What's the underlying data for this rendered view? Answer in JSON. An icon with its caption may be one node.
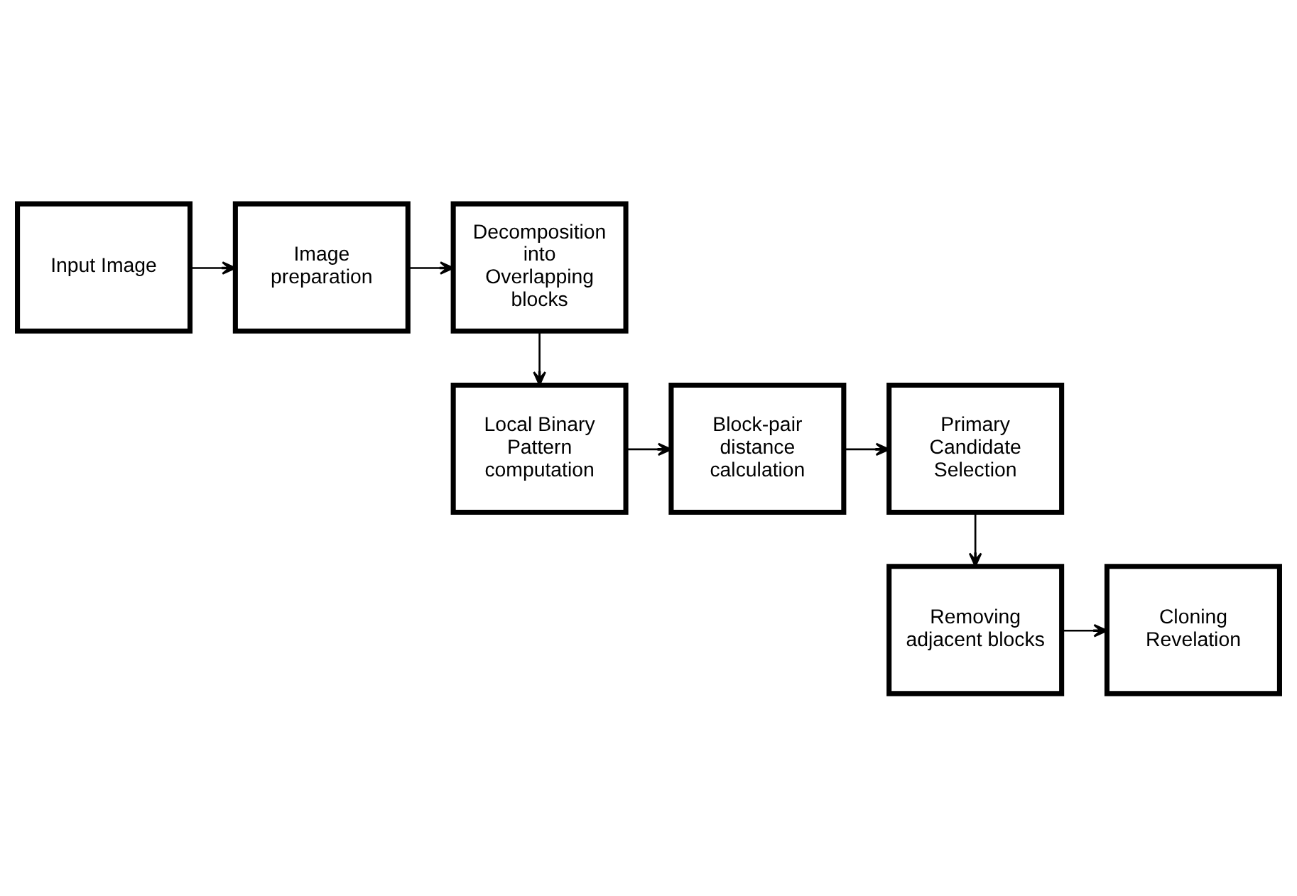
{
  "diagram": {
    "nodes": [
      {
        "text": [
          "Input Image"
        ]
      },
      {
        "text": [
          "Image preparation"
        ]
      },
      {
        "text": [
          "Decomposition into Overlapping blocks"
        ]
      },
      {
        "text": [
          "Local Binary Pattern computation"
        ]
      },
      {
        "text": [
          "Block-pair distance calculation"
        ]
      },
      {
        "text": [
          "Primary Candidate Selection"
        ]
      },
      {
        "text": [
          "Removing adjacent blocks"
        ]
      },
      {
        "text": [
          "Cloning Revelation"
        ]
      }
    ],
    "edges": [
      {
        "from": 0,
        "to": 1,
        "arrow": "to"
      },
      {
        "from": 1,
        "to": 2,
        "arrow": "to"
      },
      {
        "from": 2,
        "to": 3,
        "arrow": "to"
      },
      {
        "from": 3,
        "to": 4,
        "arrow": "to"
      },
      {
        "from": 4,
        "to": 5,
        "arrow": "to"
      },
      {
        "from": 5,
        "to": 6,
        "arrow": "to"
      },
      {
        "from": 6,
        "to": 7,
        "arrow": "to"
      }
    ]
  }
}
